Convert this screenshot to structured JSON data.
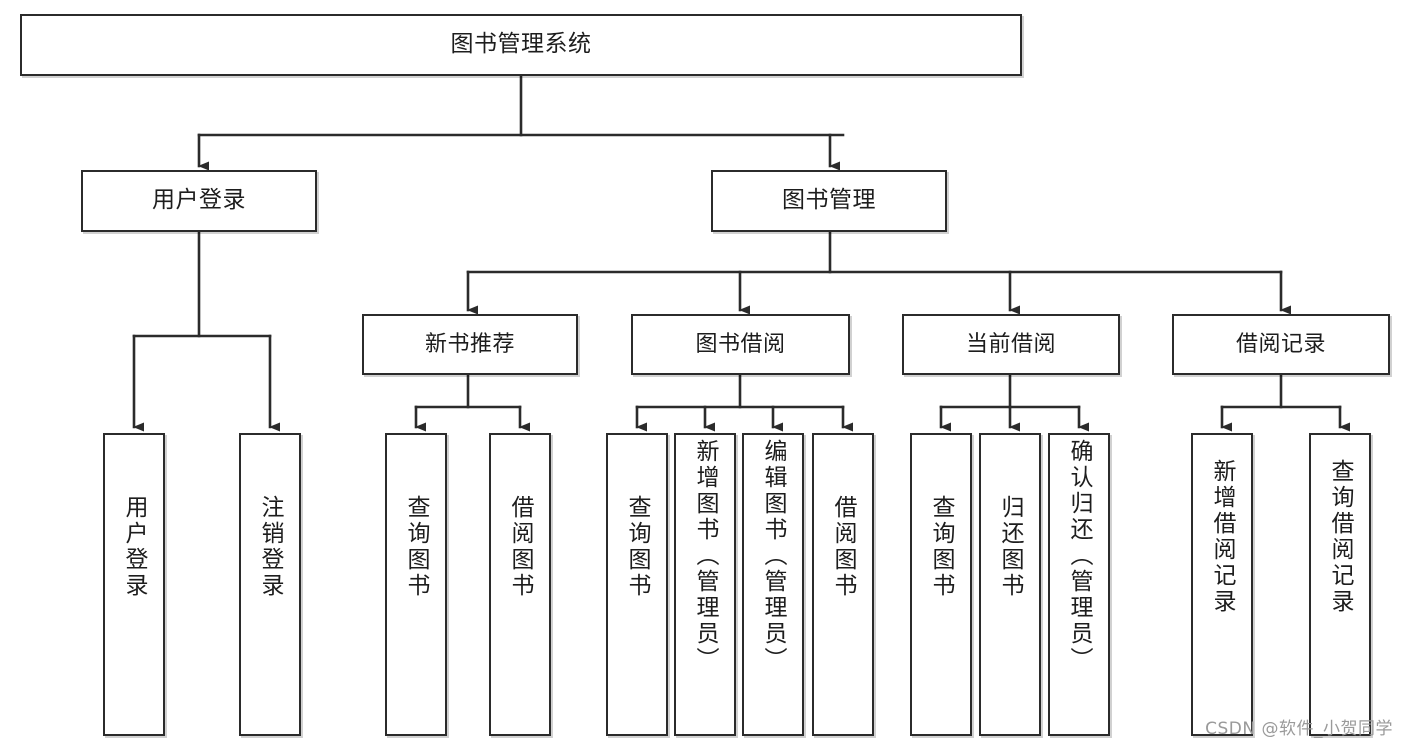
{
  "diagram": {
    "title": "图书管理系统",
    "type": "tree-hierarchy",
    "root": {
      "label": "图书管理系统"
    },
    "level2": [
      {
        "label": "用户登录"
      },
      {
        "label": "图书管理"
      }
    ],
    "level3": [
      {
        "label": "新书推荐"
      },
      {
        "label": "图书借阅"
      },
      {
        "label": "当前借阅"
      },
      {
        "label": "借阅记录"
      }
    ],
    "leaves": [
      {
        "label": "用户登录"
      },
      {
        "label": "注销登录"
      },
      {
        "label": "查询图书"
      },
      {
        "label": "借阅图书"
      },
      {
        "label": "查询图书"
      },
      {
        "label": "新增图书（管理员）"
      },
      {
        "label": "编辑图书（管理员）"
      },
      {
        "label": "借阅图书"
      },
      {
        "label": "查询图书"
      },
      {
        "label": "归还图书"
      },
      {
        "label": "确认归还（管理员）"
      },
      {
        "label": "新增借阅记录"
      },
      {
        "label": "查询借阅记录"
      }
    ],
    "colors": {
      "stroke": "#2b2b2b",
      "fill": "#ffffff",
      "text": "#1d1d1d",
      "watermark": "#9a9a9a"
    }
  },
  "watermark": {
    "text": "CSDN @软件_小贺同学"
  }
}
